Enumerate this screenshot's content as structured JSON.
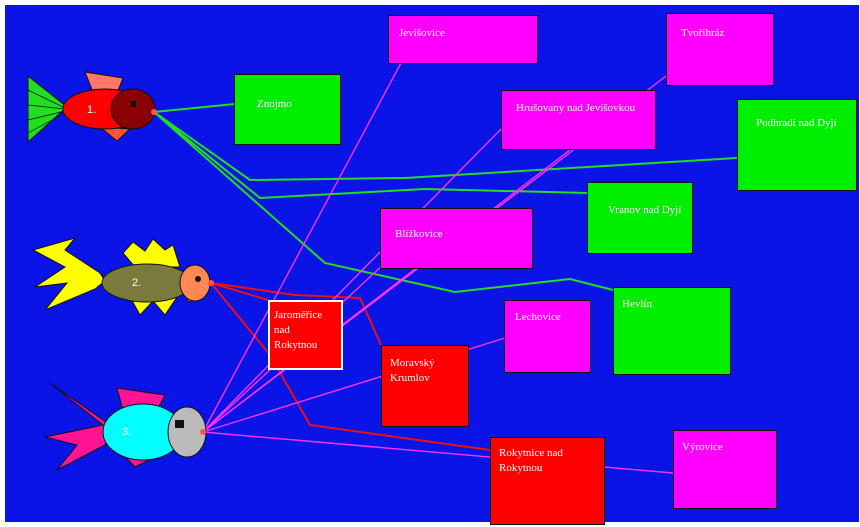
{
  "colors": {
    "background": "#0a14e6",
    "green": "#00ee00",
    "pink": "#ff00ff",
    "red": "#ff0000"
  },
  "fish": [
    {
      "number": "1.",
      "line_color": "green"
    },
    {
      "number": "2.",
      "line_color": "red"
    },
    {
      "number": "3.",
      "line_color": "pink"
    }
  ],
  "towns": [
    {
      "id": "znojmo",
      "name": "Znojmo",
      "color": "green"
    },
    {
      "id": "podhradi",
      "name": "Podhradí nad Dyjí",
      "color": "green"
    },
    {
      "id": "vranov",
      "name": "Vranov nad Dyjí",
      "color": "green"
    },
    {
      "id": "hevlin",
      "name": "Hevlín",
      "color": "green"
    },
    {
      "id": "jevisovice",
      "name": "Jevišovice",
      "color": "pink"
    },
    {
      "id": "tvorihraz",
      "name": "Tvořihráz",
      "color": "pink"
    },
    {
      "id": "hrusovany",
      "name": "Hrušovany nad Jevišovkou",
      "color": "pink"
    },
    {
      "id": "blizkovice",
      "name": "Blížkovice",
      "color": "pink"
    },
    {
      "id": "lechovice",
      "name": "Lechovice",
      "color": "pink"
    },
    {
      "id": "vyrovice",
      "name": "Výrovice",
      "color": "pink"
    },
    {
      "id": "jaromerice",
      "name": "Jaroměřice nad Rokytnou",
      "color": "red"
    },
    {
      "id": "krumlov",
      "name": "Moravský Krumlov",
      "color": "red"
    },
    {
      "id": "rokytnice",
      "name": "Rokytnice nad Rokytnou",
      "color": "red"
    }
  ]
}
